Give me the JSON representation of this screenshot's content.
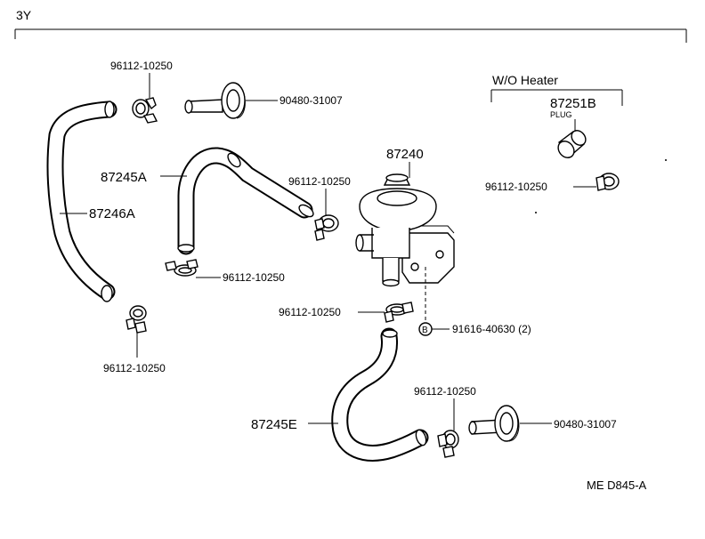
{
  "header": {
    "model": "3Y"
  },
  "variant": {
    "label": "W/O  Heater"
  },
  "parts": {
    "plug": {
      "number": "87251B",
      "name": "PLUG"
    },
    "valve": "87240",
    "hose_a": "87245A",
    "hose_long": "87246A",
    "hose_e": "87245E",
    "clamp_top": "96112-10250",
    "clamp_mid": "96112-10250",
    "clamp_left_hose": "96112-10250",
    "clamp_bottom_left": "96112-10250",
    "clamp_valve_bottom": "96112-10250",
    "clamp_heater": "96112-10250",
    "clamp_lower_right": "96112-10250",
    "grommet_top": "90480-31007",
    "grommet_bottom": "90480-31007",
    "bolt": "91616-40630 (2)",
    "bolt_marker": "B"
  },
  "footer": {
    "code": "ME  D845-A"
  },
  "colors": {
    "ink": "#000000",
    "paper": "#ffffff"
  }
}
